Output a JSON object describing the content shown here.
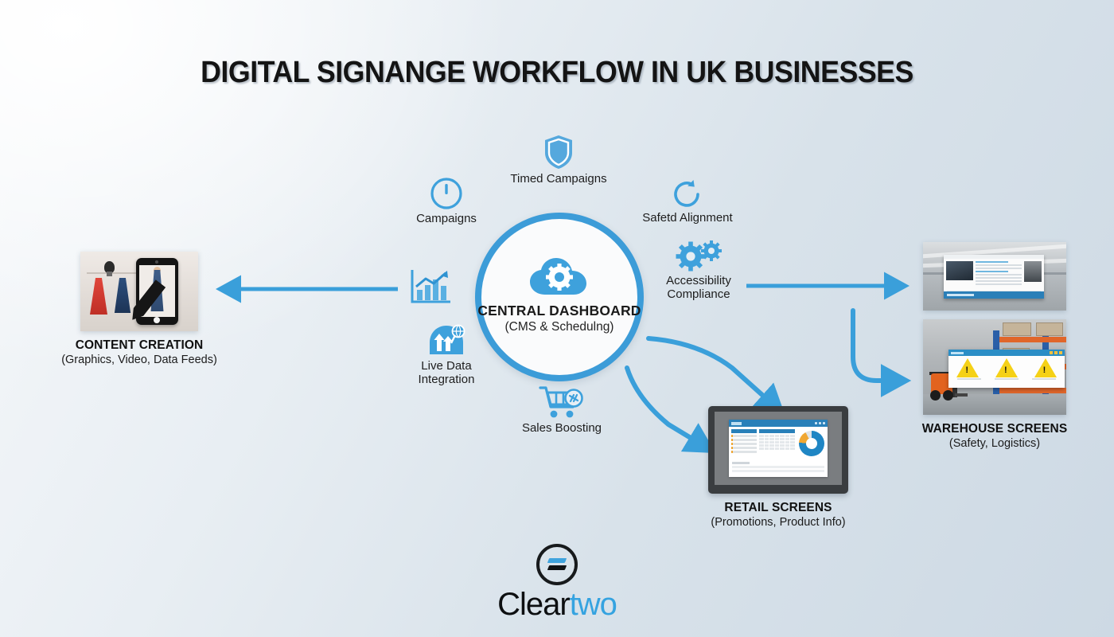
{
  "title": "DIGITAL SIGNANGE WORKFLOW IN UK BUSINESSES",
  "colors": {
    "accent_blue": "#3c9cd8",
    "arrow_blue": "#3a9fda",
    "text_dark": "#141414",
    "logo_blue": "#35a3e0",
    "logo_dark": "#0d0f11"
  },
  "hub": {
    "icon": "cloud-gear-icon",
    "title": "CENTRAL DASHBOARD",
    "subtitle": "(CMS & Schedulng)"
  },
  "nodes": [
    {
      "id": "timed-campaigns",
      "icon": "shield-icon",
      "label": "Timed Campaigns"
    },
    {
      "id": "campaigns",
      "icon": "clock-timer-icon",
      "label": "Campaigns"
    },
    {
      "id": "safety-alignment",
      "icon": "refresh-sync-icon",
      "label": "Safetd Alignment"
    },
    {
      "id": "accessibility",
      "icon": "dual-gears-icon",
      "label": "Accessibility\nCompliance"
    },
    {
      "id": "growth-chart",
      "icon": "bar-chart-arrow-icon",
      "label": ""
    },
    {
      "id": "live-data",
      "icon": "data-integration-icon",
      "label": "Live Data\nIntegration"
    },
    {
      "id": "sales-boosting",
      "icon": "shopping-cart-icon",
      "label": "Sales Boosting"
    }
  ],
  "endpoints": {
    "content_creation": {
      "title": "CONTENT CREATION",
      "subtitle": "(Graphics, Video, Data Feeds)",
      "photo": "retail-store-tablet-pencil-photo"
    },
    "retail_screens": {
      "title": "RETAIL SCREENS",
      "subtitle": "(Promotions, Product Info)",
      "photo": "monitor-dashboard-photo"
    },
    "warehouse_screens": {
      "title": "WAREHOUSE SCREENS",
      "subtitle": "(Safety, Logistics)",
      "photo_top": "warehouse-ceiling-display-photo",
      "photo_bottom": "warehouse-forklift-safety-display-photo"
    }
  },
  "logo": {
    "mark": "cleartwo-circle-mark",
    "word_primary": "Clear",
    "word_secondary": "two"
  }
}
